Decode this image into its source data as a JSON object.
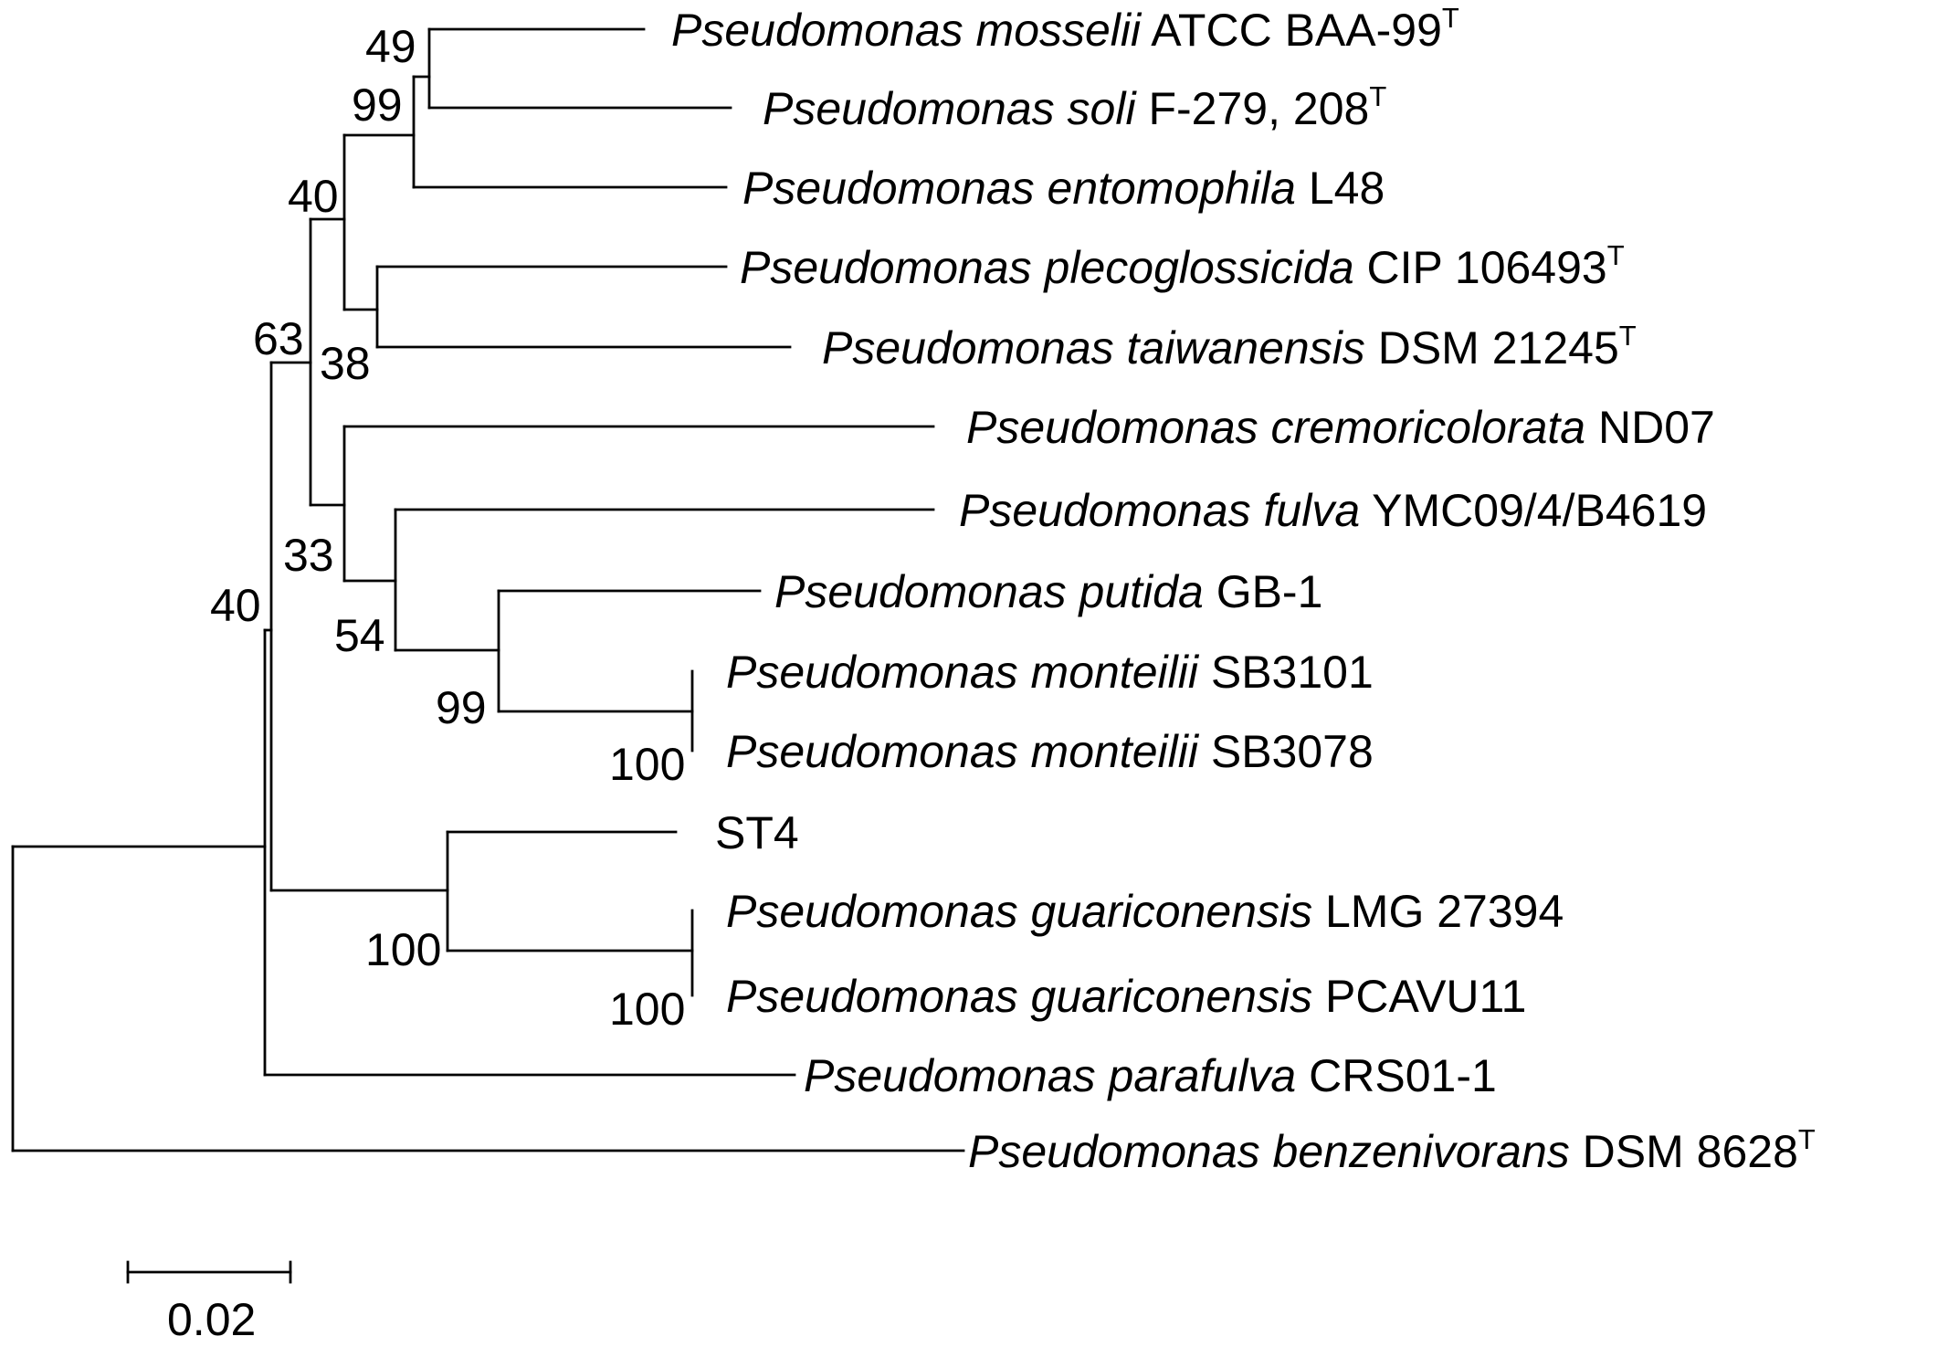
{
  "taxa": [
    {
      "id": "mosselii",
      "species": "Pseudomonas mosselii",
      "strain": "ATCC BAA-99",
      "type_strain": "T"
    },
    {
      "id": "soli",
      "species": "Pseudomonas soli",
      "strain": "F-279, 208",
      "type_strain": "T"
    },
    {
      "id": "entomophila",
      "species": "Pseudomonas entomophila",
      "strain": "L48",
      "type_strain": ""
    },
    {
      "id": "plecoglossicida",
      "species": "Pseudomonas plecoglossicida",
      "strain": "CIP 106493",
      "type_strain": "T"
    },
    {
      "id": "taiwanensis",
      "species": "Pseudomonas taiwanensis",
      "strain": "DSM 21245",
      "type_strain": "T"
    },
    {
      "id": "cremoricolorata",
      "species": "Pseudomonas cremoricolorata",
      "strain": "ND07",
      "type_strain": ""
    },
    {
      "id": "fulva",
      "species": "Pseudomonas fulva",
      "strain": "YMC09/4/B4619",
      "type_strain": ""
    },
    {
      "id": "putida",
      "species": "Pseudomonas putida",
      "strain": "GB-1",
      "type_strain": ""
    },
    {
      "id": "monteilii1",
      "species": "Pseudomonas monteilii",
      "strain": "SB3101",
      "type_strain": ""
    },
    {
      "id": "monteilii2",
      "species": "Pseudomonas monteilii",
      "strain": "SB3078",
      "type_strain": ""
    },
    {
      "id": "st4",
      "species": "",
      "strain": "ST4",
      "type_strain": ""
    },
    {
      "id": "guariconensis1",
      "species": "Pseudomonas guariconensis",
      "strain": "LMG 27394",
      "type_strain": ""
    },
    {
      "id": "guariconensis2",
      "species": "Pseudomonas guariconensis",
      "strain": "PCAVU11",
      "type_strain": ""
    },
    {
      "id": "parafulva",
      "species": "Pseudomonas parafulva",
      "strain": "CRS01-1",
      "type_strain": ""
    },
    {
      "id": "benzenivorans",
      "species": "Pseudomonas benzenivorans",
      "strain": "DSM 8628",
      "type_strain": "T"
    }
  ],
  "bootstrap": {
    "mosselii_soli": "49",
    "mosselii_soli_entomophila": "99",
    "entomophila_group_plecoglossicida_taiwanensis": "40",
    "plecoglossicida_taiwanensis": "38",
    "putida_group": "63",
    "cremoricolorata_fulva_putida_monteilii": "33",
    "fulva_putida_monteilii": "54",
    "putida_monteilii": "99",
    "monteilii": "100",
    "st4_guariconensis": "100",
    "guariconensis": "100",
    "ingroup": "40"
  },
  "scale_bar": {
    "length": 0.02,
    "label": "0.02"
  },
  "colors": {
    "branch": "#000000",
    "text": "#000000",
    "background": "#ffffff"
  }
}
